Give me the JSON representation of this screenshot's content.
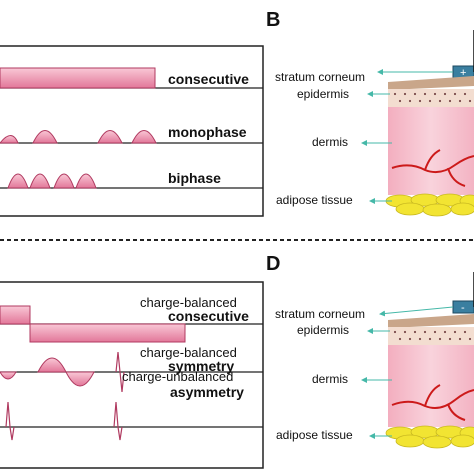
{
  "panels": {
    "top": {
      "letter": "B",
      "waveforms": [
        "consecutive",
        "monophase",
        "biphase"
      ]
    },
    "bottom": {
      "letter": "D",
      "waveforms": [
        {
          "qualifier": "charge-balanced",
          "name": "consecutive"
        },
        {
          "qualifier": "charge-balanced",
          "name": "symmetry"
        },
        {
          "qualifier": "charge-unbalanced",
          "name": "asymmetry"
        }
      ]
    }
  },
  "skin_layers": [
    "stratum corneum",
    "epidermis",
    "dermis",
    "adipose tissue"
  ],
  "electrode_symbols": {
    "top": "+",
    "bottom": "-"
  },
  "colors": {
    "pulse_fill": "#f2a6bb",
    "pulse_stroke": "#b03a60",
    "dermis": "#f7c6d2",
    "epidermis": "#f3ddd0",
    "stratum": "#c9a68a",
    "vessel": "#cc1a1a",
    "adipose": "#f2e432",
    "electrode": "#3a7fa0",
    "arrow": "#45b8a8"
  }
}
